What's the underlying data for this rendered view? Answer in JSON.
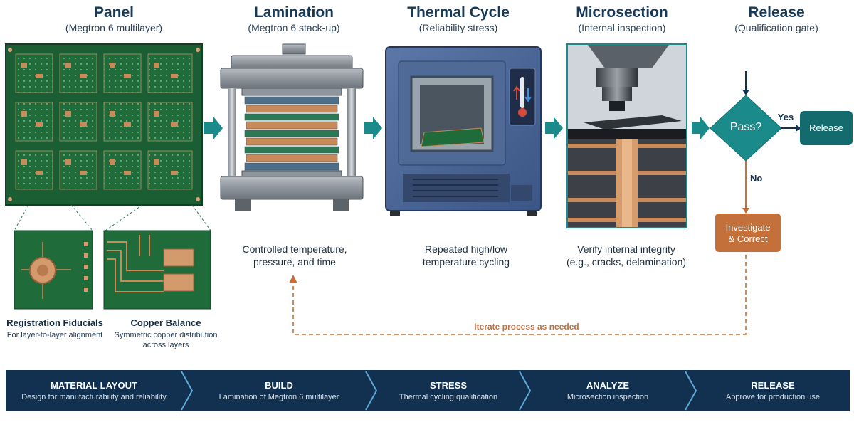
{
  "stages": [
    {
      "title": "Panel",
      "subtitle": "(Megtron 6 multilayer)"
    },
    {
      "title": "Lamination",
      "subtitle": "(Megtron 6 stack-up)",
      "description": [
        "Controlled temperature,",
        "pressure, and time"
      ]
    },
    {
      "title": "Thermal Cycle",
      "subtitle": "(Reliability stress)",
      "description": [
        "Repeated high/low",
        "temperature cycling"
      ]
    },
    {
      "title": "Microsection",
      "subtitle": "(Internal inspection)",
      "description": [
        "Verify internal integrity",
        "(e.g., cracks, delamination)"
      ]
    },
    {
      "title": "Release",
      "subtitle": "(Qualification gate)"
    }
  ],
  "details": [
    {
      "title": "Registration Fiducials",
      "subtitle": [
        "For layer-to-layer alignment"
      ]
    },
    {
      "title": "Copper Balance",
      "subtitle": [
        "Symmetric copper distribution",
        "across layers"
      ]
    }
  ],
  "decision": {
    "label": "Pass?",
    "yes": "Yes",
    "no": "No",
    "release": "Release",
    "investigate": [
      "Investigate",
      "& Correct"
    ]
  },
  "feedback": {
    "label": "Iterate process as needed"
  },
  "phases": [
    {
      "title": "MATERIAL LAYOUT",
      "subtitle": "Design for manufacturability and reliability"
    },
    {
      "title": "BUILD",
      "subtitle": "Lamination of Megtron 6 multilayer"
    },
    {
      "title": "STRESS",
      "subtitle": "Thermal cycling qualification"
    },
    {
      "title": "ANALYZE",
      "subtitle": "Microsection inspection"
    },
    {
      "title": "RELEASE",
      "subtitle": "Approve for production use"
    }
  ],
  "colors": {
    "teal": "#1b8a8a",
    "navy": "#12304f",
    "orange": "#c4703a",
    "pcb": "#1f6b3a",
    "copper": "#c98a5a"
  }
}
